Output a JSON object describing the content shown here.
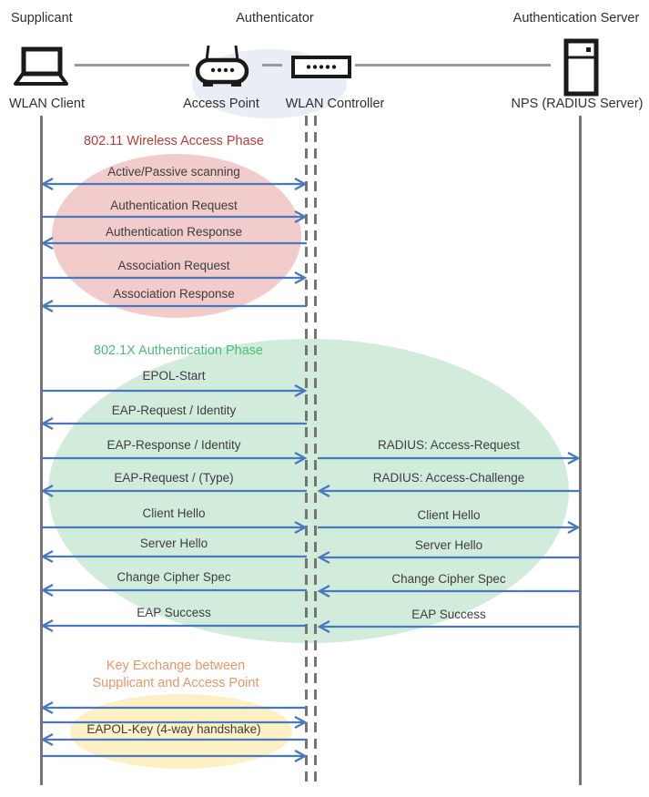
{
  "header": {
    "roles": [
      "Supplicant",
      "Authenticator",
      "Authentication Server"
    ],
    "devices": [
      "WLAN Client",
      "Access Point",
      "WLAN Controller",
      "NPS (RADIUS Server)"
    ]
  },
  "phases": [
    {
      "title": "802.11 Wireless Access Phase",
      "title_color": "#bf3a36",
      "ellipse_color": "#f2cbcb"
    },
    {
      "title": "802.1X Authentication Phase",
      "title_color": "#4cbb74",
      "ellipse_color": "#d2ecdc"
    },
    {
      "title": "Key Exchange between\nSupplicant and Access Point",
      "title_color": "#e5976a",
      "ellipse_color": "#fdf0c5"
    }
  ],
  "authenticator_group_color": "#e9edf6",
  "colors": {
    "arrow": "#4a78be",
    "lifeline": "#757575",
    "connector": "#9a9a9a",
    "icon": "#1a1a1a",
    "message_text": "#3d3d3d"
  },
  "messages": [
    {
      "label": "Active/Passive scanning",
      "from": "WLAN Client",
      "to": "WLAN Controller",
      "bidirectional": true
    },
    {
      "label": "Authentication Request",
      "from": "WLAN Client",
      "to": "WLAN Controller"
    },
    {
      "label": "Authentication Response",
      "from": "WLAN Controller",
      "to": "WLAN Client"
    },
    {
      "label": "Association Request",
      "from": "WLAN Client",
      "to": "WLAN Controller"
    },
    {
      "label": "Association Response",
      "from": "WLAN Controller",
      "to": "WLAN Client"
    },
    {
      "label": "EPOL-Start",
      "from": "WLAN Client",
      "to": "WLAN Controller"
    },
    {
      "label": "EAP-Request / Identity",
      "from": "WLAN Controller",
      "to": "WLAN Client"
    },
    {
      "label": "EAP-Response / Identity",
      "from": "WLAN Client",
      "to": "WLAN Controller"
    },
    {
      "label": "RADIUS: Access-Request",
      "from": "WLAN Controller",
      "to": "NPS (RADIUS Server)"
    },
    {
      "label": "EAP-Request / (Type)",
      "from": "WLAN Controller",
      "to": "WLAN Client"
    },
    {
      "label": "RADIUS: Access-Challenge",
      "from": "NPS (RADIUS Server)",
      "to": "WLAN Controller"
    },
    {
      "label": "Client Hello",
      "from": "WLAN Client",
      "to": "WLAN Controller"
    },
    {
      "label": "Client Hello",
      "from": "WLAN Controller",
      "to": "NPS (RADIUS Server)"
    },
    {
      "label": "Server Hello",
      "from": "WLAN Controller",
      "to": "WLAN Client"
    },
    {
      "label": "Server Hello",
      "from": "NPS (RADIUS Server)",
      "to": "WLAN Controller"
    },
    {
      "label": "Change Cipher Spec",
      "from": "WLAN Controller",
      "to": "WLAN Client"
    },
    {
      "label": "Change Cipher Spec",
      "from": "NPS (RADIUS Server)",
      "to": "WLAN Controller"
    },
    {
      "label": "EAP Success",
      "from": "WLAN Controller",
      "to": "WLAN Client"
    },
    {
      "label": "EAP Success",
      "from": "NPS (RADIUS Server)",
      "to": "WLAN Controller"
    },
    {
      "label": "",
      "from": "Access Point",
      "to": "WLAN Client"
    },
    {
      "label": "",
      "from": "WLAN Client",
      "to": "Access Point"
    },
    {
      "label": "EAPOL-Key (4-way handshake)",
      "from": "Access Point",
      "to": "WLAN Client"
    },
    {
      "label": "",
      "from": "WLAN Client",
      "to": "Access Point"
    }
  ]
}
